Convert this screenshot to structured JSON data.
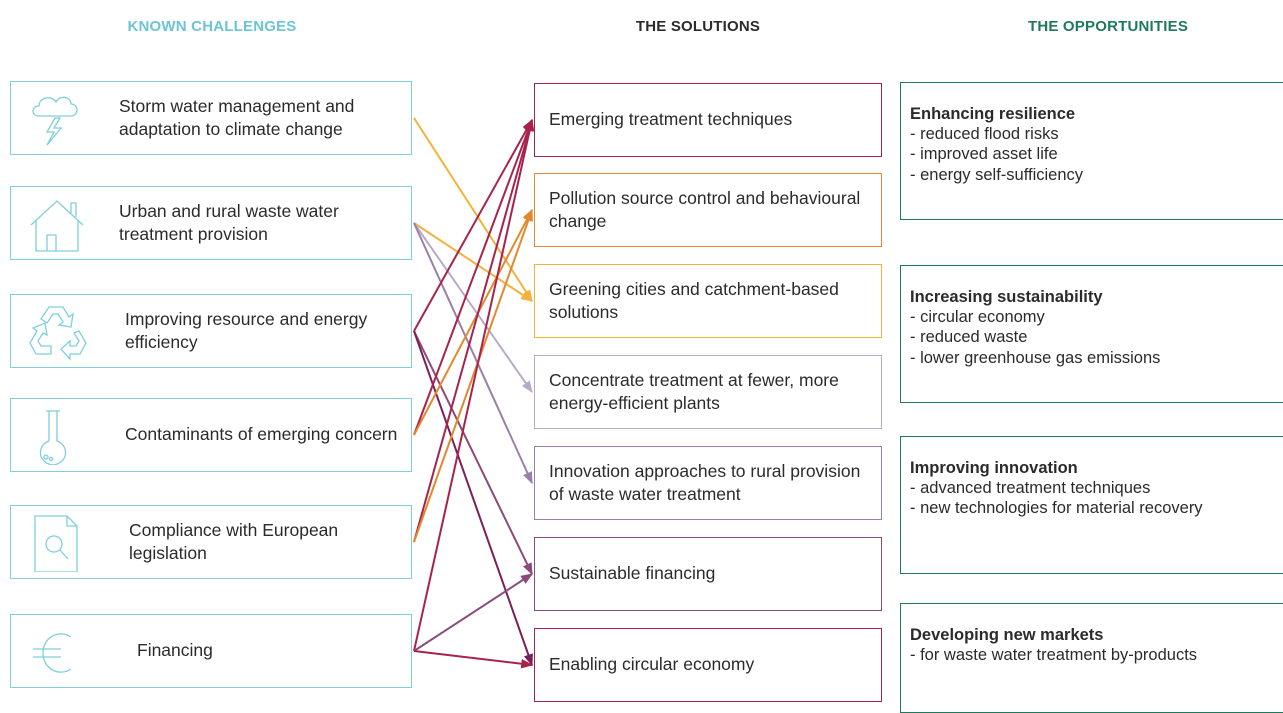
{
  "headers": {
    "challenges": "KNOWN CHALLENGES",
    "solutions": "THE SOLUTIONS",
    "opportunities": "THE OPPORTUNITIES"
  },
  "challenges": [
    {
      "label": "Storm water management and adaptation to climate change",
      "icon": "storm-cloud-icon"
    },
    {
      "label": "Urban and rural waste water treatment provision",
      "icon": "house-icon"
    },
    {
      "label": "Improving resource and energy efficiency",
      "icon": "recycle-icon"
    },
    {
      "label": "Contaminants of emerging concern",
      "icon": "flask-icon"
    },
    {
      "label": "Compliance with European legislation",
      "icon": "document-search-icon"
    },
    {
      "label": "Financing",
      "icon": "euro-icon"
    }
  ],
  "solutions": [
    {
      "label": "Emerging treatment techniques",
      "color": "#a8234a"
    },
    {
      "label": "Pollution source control and behavioural change",
      "color": "#e2892c"
    },
    {
      "label": "Greening cities and catchment-based solutions",
      "color": "#f2b33d"
    },
    {
      "label": "Concentrate treatment at fewer, more energy-efficient plants",
      "color": "#b8a9c9"
    },
    {
      "label": "Innovation approaches to rural provision of waste water treatment",
      "color": "#9a7fa8"
    },
    {
      "label": "Sustainable financing",
      "color": "#8b4a7a"
    },
    {
      "label": "Enabling circular economy",
      "color": "#a8234a"
    }
  ],
  "opportunities": [
    {
      "title": "Enhancing resilience",
      "items": [
        "reduced flood risks",
        "improved asset life",
        "energy self-sufficiency"
      ]
    },
    {
      "title": "Increasing sustainability",
      "items": [
        "circular economy",
        "reduced waste",
        "lower greenhouse gas emissions"
      ]
    },
    {
      "title": "Improving innovation",
      "items": [
        "advanced treatment techniques",
        "new technologies for material recovery"
      ]
    },
    {
      "title": "Developing new markets",
      "items": [
        "for waste water treatment by-products"
      ]
    }
  ],
  "links": [
    {
      "from": 0,
      "to": 2,
      "color": "#f2b33d"
    },
    {
      "from": 1,
      "to": 2,
      "color": "#f2b33d"
    },
    {
      "from": 1,
      "to": 3,
      "color": "#b8a9c9"
    },
    {
      "from": 1,
      "to": 4,
      "color": "#9a7fa8"
    },
    {
      "from": 2,
      "to": 0,
      "color": "#a8234a"
    },
    {
      "from": 2,
      "to": 5,
      "color": "#8b4a7a"
    },
    {
      "from": 2,
      "to": 6,
      "color": "#7a1f5a"
    },
    {
      "from": 3,
      "to": 0,
      "color": "#a8234a"
    },
    {
      "from": 3,
      "to": 1,
      "color": "#e2892c"
    },
    {
      "from": 4,
      "to": 0,
      "color": "#a8234a"
    },
    {
      "from": 4,
      "to": 1,
      "color": "#e2892c"
    },
    {
      "from": 5,
      "to": 0,
      "color": "#a8234a"
    },
    {
      "from": 5,
      "to": 5,
      "color": "#8b4a7a"
    },
    {
      "from": 5,
      "to": 6,
      "color": "#a8234a"
    }
  ]
}
